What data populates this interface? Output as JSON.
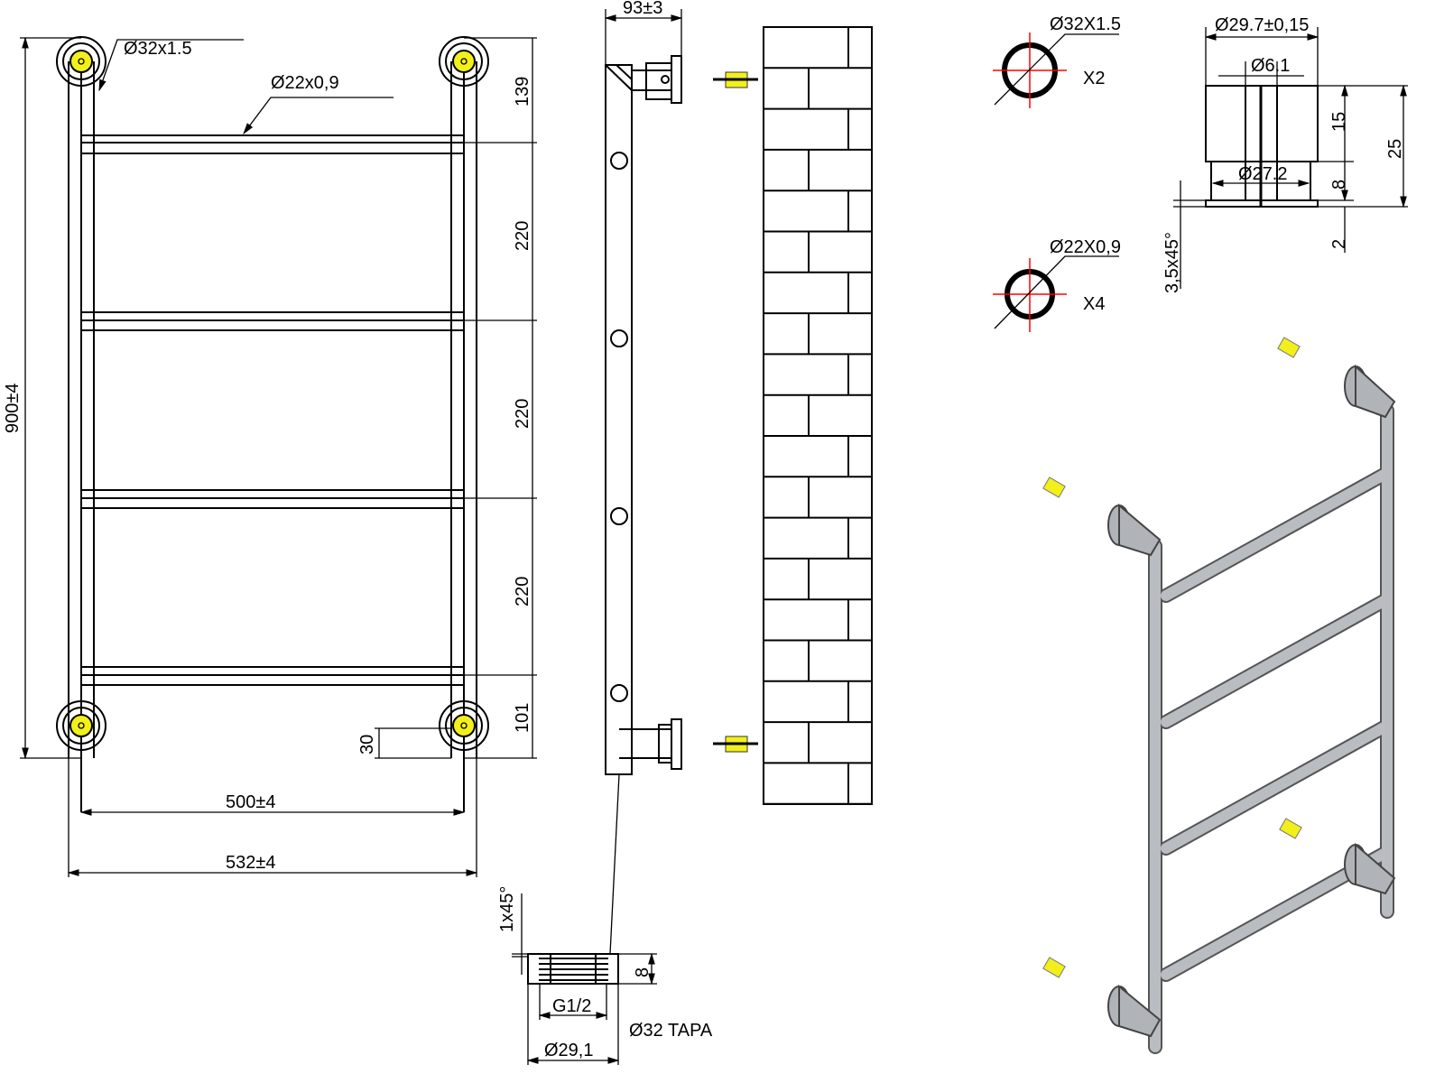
{
  "front_view": {
    "pipe_main_label": "Ø32x1.5",
    "pipe_rung_label": "Ø22x0,9",
    "height_total": "900±4",
    "dim_top": "139",
    "dim_spacing_1": "220",
    "dim_spacing_2": "220",
    "dim_spacing_3": "220",
    "dim_bottom": "101",
    "dim_offset": "30",
    "width_centers": "500±4",
    "width_total": "532±4"
  },
  "side_view": {
    "depth": "93±3"
  },
  "plug_detail": {
    "chamfer": "1x45°",
    "height": "8",
    "thread": "G1/2",
    "diameter": "Ø29,1",
    "title": "Ø32 TAPA"
  },
  "sections": [
    {
      "label": "Ø32X1.5",
      "qty": "X2"
    },
    {
      "label": "Ø22X0,9",
      "qty": "X4"
    }
  ],
  "cap_detail": {
    "outer_diameter": "Ø29.7±0,15",
    "hole_diameter": "Ø6.1",
    "inner_diameter": "Ø27.2",
    "h_top": "15",
    "h_total": "25",
    "h_mid": "8",
    "h_flange": "2",
    "chamfer": "3,5x45°"
  },
  "colors": {
    "anchor": "#f2ef1a",
    "axis": "#ff0000",
    "metal": "#a9acb0"
  }
}
